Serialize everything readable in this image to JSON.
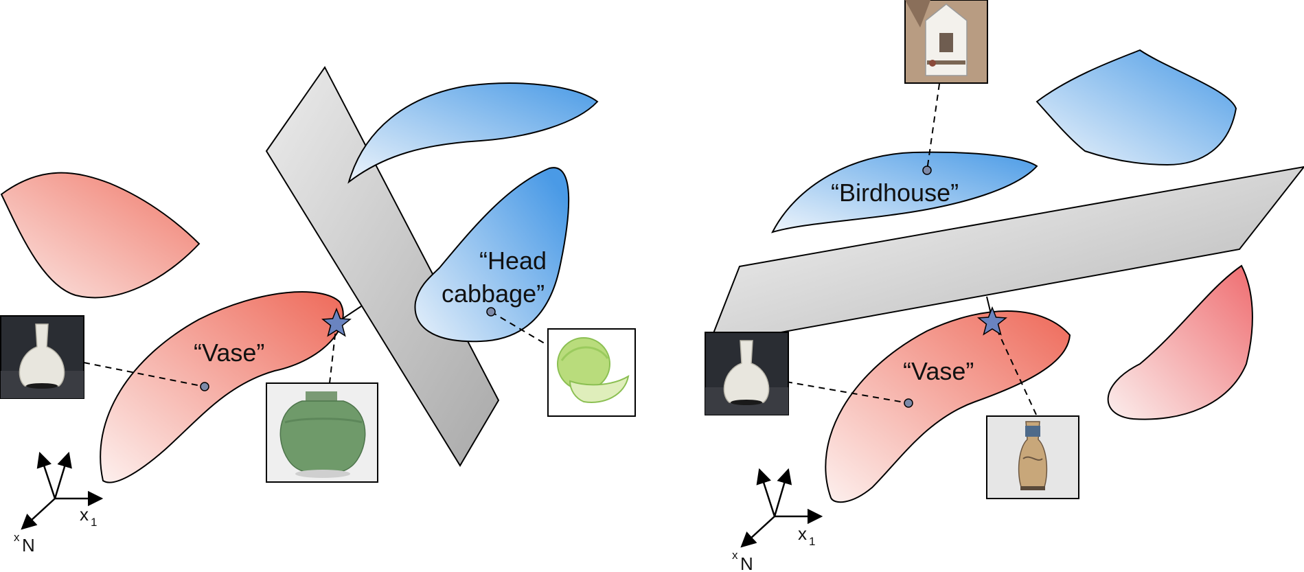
{
  "colors": {
    "red_class": "#ee6e5e",
    "blue_class": "#4f9fe6",
    "boundary": "#b8b8b8",
    "star": "#6a84c0",
    "point": "#7d8aa8"
  },
  "left_panel": {
    "labels": {
      "vase": "“Vase”",
      "head_cabbage_line1": "“Head",
      "head_cabbage_line2": "cabbage”"
    },
    "axis": {
      "x1": "x",
      "x1_sub": "1",
      "xn_pre": "x",
      "xn": "N"
    },
    "images": [
      "vase-photo",
      "green-jar-photo",
      "cabbage-photo"
    ]
  },
  "right_panel": {
    "labels": {
      "birdhouse": "“Birdhouse”",
      "vase": "“Vase”"
    },
    "axis": {
      "x1": "x",
      "x1_sub": "1",
      "xn_pre": "x",
      "xn": "N"
    },
    "images": [
      "birdhouse-photo",
      "vase-photo",
      "ornate-vase-photo"
    ]
  }
}
